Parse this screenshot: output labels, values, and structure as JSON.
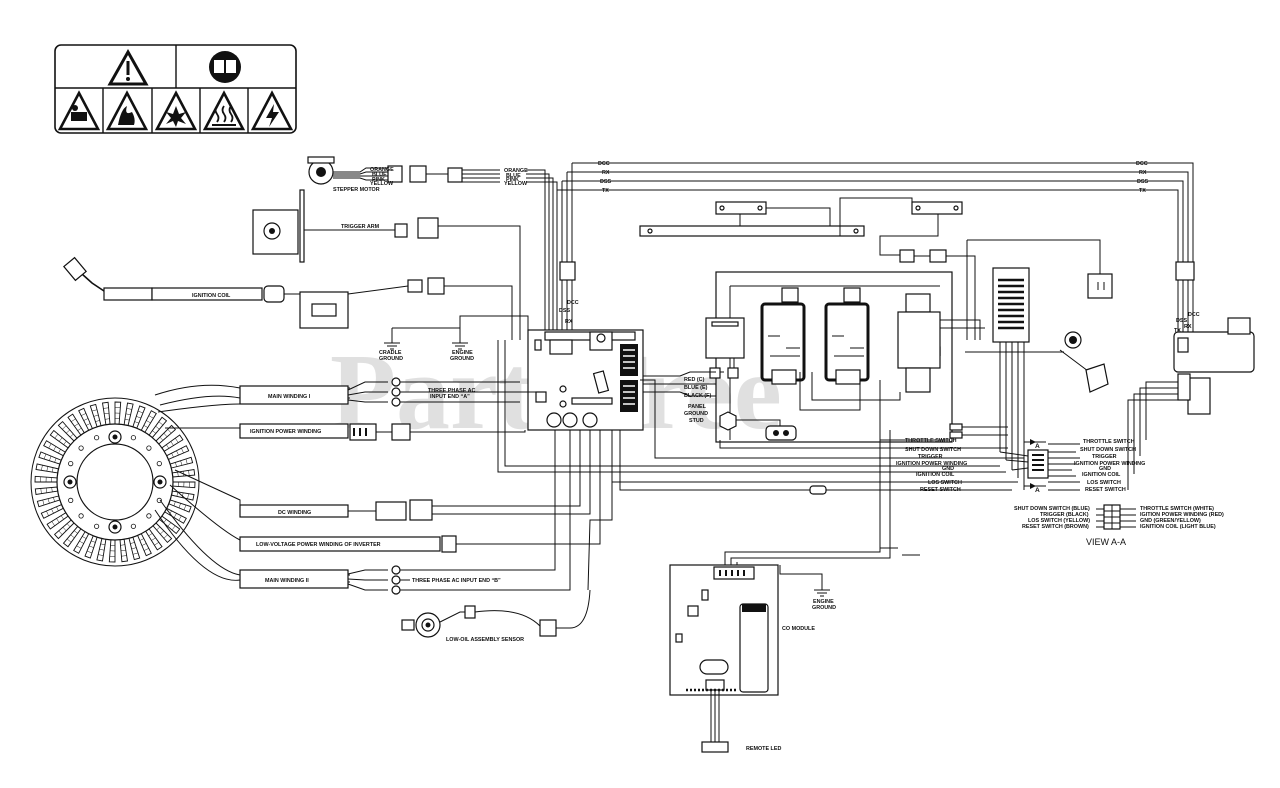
{
  "watermark": {
    "text": "PartsTree",
    "tm": "TM"
  },
  "stepper": {
    "orange": "ORANGE",
    "blue": "BLUE",
    "pink": "PINK",
    "yellow": "YELLOW",
    "name": "STEPPER MOTOR"
  },
  "harness_top": {
    "orange": "ORANGE",
    "blue": "BLUE",
    "pink": "PINK",
    "yellow": "YELLOW"
  },
  "trigger_arm": "TRIGGER ARM",
  "ignition_coil": "IGNITION COIL",
  "grounds": {
    "cradle_1": "CRADLE",
    "cradle_2": "GROUND",
    "engine_1": "ENGINE",
    "engine_2": "GROUND",
    "engine_b1": "ENGINE",
    "engine_b2": "GROUND"
  },
  "bus": {
    "dcc": "DCC",
    "rx": "RX",
    "dss": "DSS",
    "tx": "TX"
  },
  "windings": {
    "main_1": "MAIN WINDING I",
    "ignition_power": "IGNITION POWER WINDING",
    "dc": "DC WINDING",
    "low_voltage": "LOW-VOLTAGE POWER WINDING OF INVERTER",
    "main_2": "MAIN WINDING II"
  },
  "input_a_1": "THREE PHASE AC",
  "input_a_2": "INPUT END “A”",
  "input_b": "THREE PHASE AC INPUT END “B”",
  "output": {
    "red": "RED (C)",
    "blue": "BLUE (E)",
    "black": "BLACK (F)"
  },
  "panel_ground": {
    "l1": "PANEL",
    "l2": "GROUND",
    "l3": "STUD"
  },
  "low_oil": "LOW-OIL ASSEMBLY SENSOR",
  "co_module": "CO MODULE",
  "remote_led": "REMOTE LED",
  "switch_labels": [
    "THROTTLE SWITCH",
    "SHUT DOWN SWITCH",
    "TRIGGER",
    "IGNITION POWER WINDING",
    "GND",
    "IGNITION COIL",
    "LOS SWITCH",
    "RESET SWITCH"
  ],
  "section_marker": "A",
  "view_aa": {
    "title": "VIEW A-A",
    "left": [
      "SHUT DOWN SWITCH (BLUE)",
      "TRIGGER (BLACK)",
      "LOS SWITCH (YELLOW)",
      "RESET SWITCH (BROWN)"
    ],
    "right": [
      "THROTTLE SWITCH (WHITE)",
      "IGITION POWER WINDING (RED)",
      "GND (GREEN/YELLOW)",
      "IGNITION COIL (LIGHT BLUE)"
    ]
  }
}
